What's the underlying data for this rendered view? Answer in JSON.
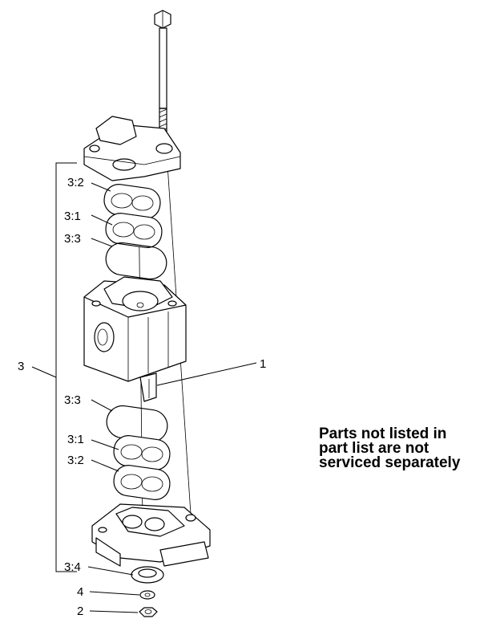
{
  "labels": {
    "l3_2_top": "3:2",
    "l3_1_top": "3:1",
    "l3_3_top": "3:3",
    "l3": "3",
    "l1": "1",
    "l3_3_bot": "3:3",
    "l3_1_bot": "3:1",
    "l3_2_bot": "3:2",
    "l3_4": "3:4",
    "l4": "4",
    "l2": "2"
  },
  "note": {
    "line1": "Parts not listed in",
    "line2": "part list are not",
    "line3": "serviced separately"
  }
}
